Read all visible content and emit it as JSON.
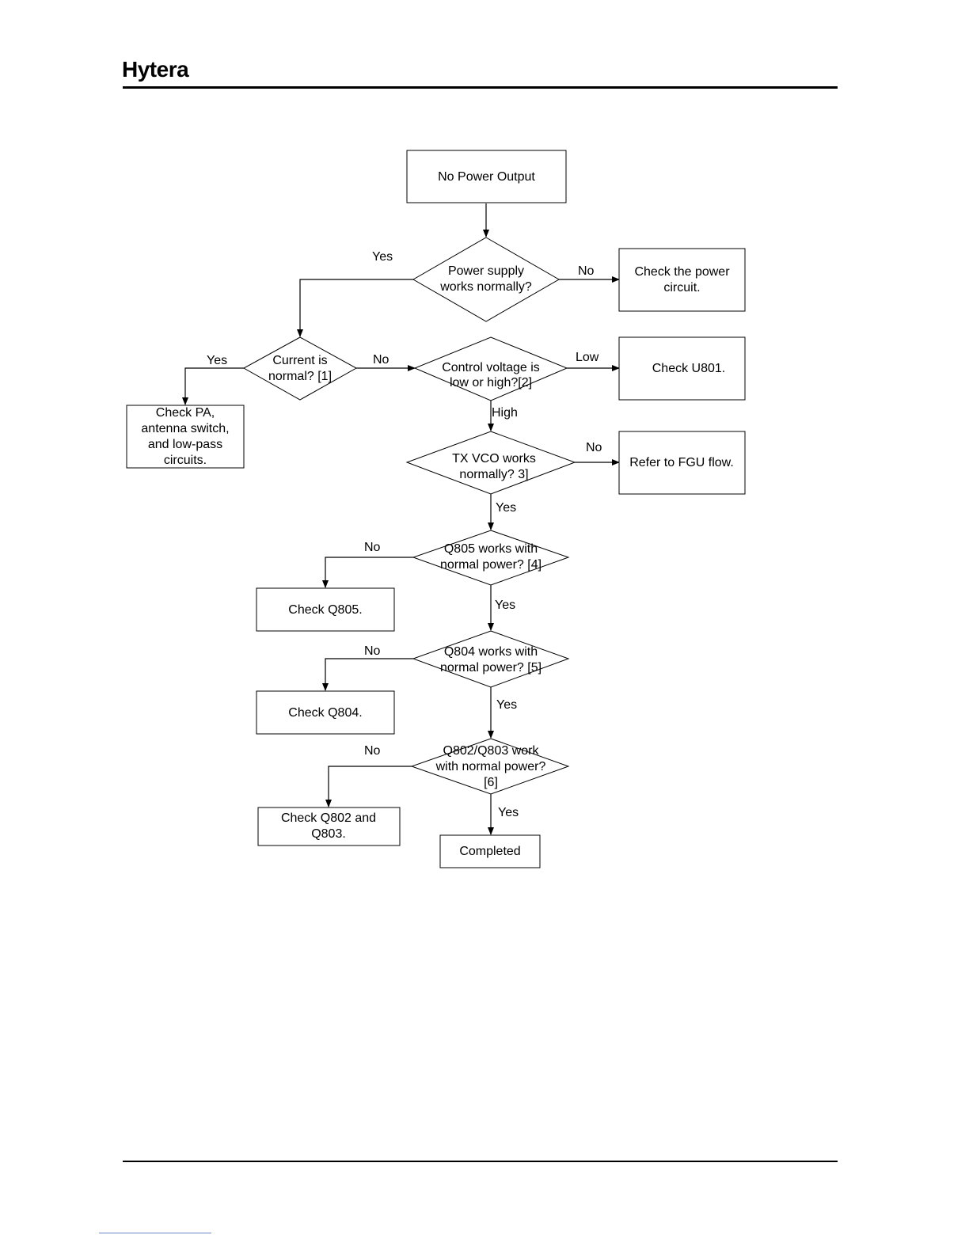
{
  "header": {
    "logo_text": "Hytera"
  },
  "flowchart": {
    "start": "No Power Output",
    "power_supply_q": [
      "Power supply",
      "works normally?"
    ],
    "check_power_circuit": [
      "Check the power",
      "circuit."
    ],
    "current_q": [
      "Current is",
      "normal?  [1]"
    ],
    "check_pa": [
      "Check PA,",
      "antenna switch,",
      "and low-pass",
      "circuits."
    ],
    "control_voltage_q": [
      "Control voltage is",
      "low or high?[2]"
    ],
    "check_u801": "Check U801.",
    "tx_vco_q": [
      "TX VCO works",
      "normally? 3]"
    ],
    "refer_fgu": "Refer to FGU flow.",
    "q805_q": [
      "Q805 works with",
      "normal power? [4]"
    ],
    "check_q805": "Check  Q805.",
    "q804_q": [
      "Q804 works with",
      "normal power? [5]"
    ],
    "check_q804": "Check  Q804.",
    "q802_q": [
      "Q802/Q803 work",
      "with normal power?",
      "[6]"
    ],
    "check_q802": [
      "Check  Q802 and",
      "Q803."
    ],
    "completed": "Completed",
    "edge_labels": {
      "power_yes": "Yes",
      "power_no": "No",
      "current_yes": "Yes",
      "current_no": "No",
      "voltage_low": "Low",
      "voltage_high": "High",
      "vco_no": "No",
      "vco_yes": "Yes",
      "q805_no": "No",
      "q805_yes": "Yes",
      "q804_no": "No",
      "q804_yes": "Yes",
      "q802_no": "No",
      "q802_yes": "Yes"
    }
  }
}
